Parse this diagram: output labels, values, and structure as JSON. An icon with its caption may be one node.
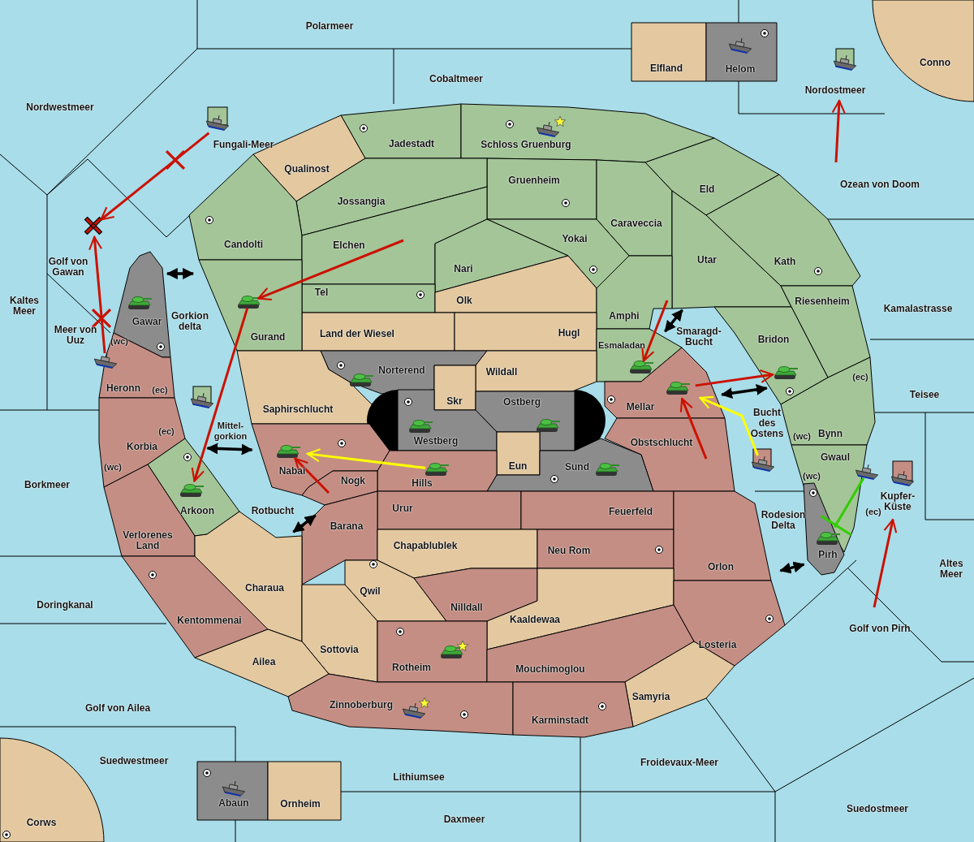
{
  "diagram": {
    "nodes": [
      {
        "text": [
          "Polarmeer"
        ]
      },
      {
        "text": [
          "Elfland"
        ]
      },
      {
        "text": [
          "Helom"
        ]
      },
      {
        "text": [
          "Conno"
        ]
      },
      {
        "text": [
          "Cobaltmeer"
        ]
      },
      {
        "text": [
          "Nordostmeer"
        ]
      },
      {
        "text": [
          "Nordwestmeer"
        ]
      },
      {
        "text": [
          "Jadestadt"
        ]
      },
      {
        "text": [
          "Schloss Gruenburg"
        ]
      },
      {
        "text": [
          "Fungali-Meer"
        ]
      },
      {
        "text": [
          "Qualinost"
        ]
      },
      {
        "text": [
          "Gruenheim"
        ]
      },
      {
        "text": [
          "Ozean von Doom"
        ]
      },
      {
        "text": [
          "Eld"
        ]
      },
      {
        "text": [
          "Jossangia"
        ]
      },
      {
        "text": [
          "Caraveccia"
        ]
      },
      {
        "text": [
          "Yokai"
        ]
      },
      {
        "text": [
          "Candolti"
        ]
      },
      {
        "text": [
          "Elchen"
        ]
      },
      {
        "text": [
          "Utar"
        ]
      },
      {
        "text": [
          "Kath"
        ]
      },
      {
        "text": [
          "Golf von Gawan"
        ]
      },
      {
        "text": [
          "Nari"
        ]
      },
      {
        "text": [
          "Tel"
        ]
      },
      {
        "text": [
          "Olk"
        ]
      },
      {
        "text": [
          "Kaltes Meer"
        ]
      },
      {
        "text": [
          "Riesenheim"
        ]
      },
      {
        "text": [
          "Kamalastrasse"
        ]
      },
      {
        "text": [
          "Amphi"
        ]
      },
      {
        "text": [
          "Gawar"
        ]
      },
      {
        "text": [
          "Gorkion delta"
        ]
      },
      {
        "text": [
          "Meer von Uuz"
        ]
      },
      {
        "text": [
          "Land der Wiesel"
        ]
      },
      {
        "text": [
          "Hugl"
        ]
      },
      {
        "text": [
          "Smaragd- Bucht"
        ]
      },
      {
        "text": [
          "Gurand"
        ]
      },
      {
        "text": [
          "Bridon"
        ]
      },
      {
        "text": [
          "Esmaladan"
        ]
      },
      {
        "text": [
          "Norterend"
        ]
      },
      {
        "text": [
          "Wildall"
        ]
      },
      {
        "text": [
          "Heronn"
        ]
      },
      {
        "text": [
          "Teisee"
        ]
      },
      {
        "text": [
          "Skr"
        ]
      },
      {
        "text": [
          "Ostberg"
        ]
      },
      {
        "text": [
          "Mellar"
        ]
      },
      {
        "text": [
          "Saphirschlucht"
        ]
      },
      {
        "text": [
          "Bucht des Ostens"
        ]
      },
      {
        "text": [
          "Mittel- gorkion"
        ]
      },
      {
        "text": [
          "Bynn"
        ]
      },
      {
        "text": [
          "Westberg"
        ]
      },
      {
        "text": [
          "Korbia"
        ]
      },
      {
        "text": [
          "Obstschlucht"
        ]
      },
      {
        "text": [
          "Gwaul"
        ]
      },
      {
        "text": [
          "Nabai"
        ]
      },
      {
        "text": [
          "Eun"
        ]
      },
      {
        "text": [
          "Sund"
        ]
      },
      {
        "text": [
          "Hills"
        ]
      },
      {
        "text": [
          "Nogk"
        ]
      },
      {
        "text": [
          "Borkmeer"
        ]
      },
      {
        "text": [
          "Kupfer- Küste"
        ]
      },
      {
        "text": [
          "Urur"
        ]
      },
      {
        "text": [
          "Feuerfeld"
        ]
      },
      {
        "text": [
          "Arkoon"
        ]
      },
      {
        "text": [
          "Rotbucht"
        ]
      },
      {
        "text": [
          "Rodesion Delta"
        ]
      },
      {
        "text": [
          "Barana"
        ]
      },
      {
        "text": [
          "Verlorenes Land"
        ]
      },
      {
        "text": [
          "Chapablublek"
        ]
      },
      {
        "text": [
          "Neu Rom"
        ]
      },
      {
        "text": [
          "Pirh"
        ]
      },
      {
        "text": [
          "Orlon"
        ]
      },
      {
        "text": [
          "Altes Meer"
        ]
      },
      {
        "text": [
          "Charaua"
        ]
      },
      {
        "text": [
          "Qwil"
        ]
      },
      {
        "text": [
          "Doringkanal"
        ]
      },
      {
        "text": [
          "Nilldall"
        ]
      },
      {
        "text": [
          "Kaaldewaa"
        ]
      },
      {
        "text": [
          "Kentommenai"
        ]
      },
      {
        "text": [
          "Golf von Pirh"
        ]
      },
      {
        "text": [
          "Losteria"
        ]
      },
      {
        "text": [
          "Sottovia"
        ]
      },
      {
        "text": [
          "Rotheim"
        ]
      },
      {
        "text": [
          "Mouchimoglou"
        ]
      },
      {
        "text": [
          "Ailea"
        ]
      },
      {
        "text": [
          "Samyria"
        ]
      },
      {
        "text": [
          "Zinnoberburg"
        ]
      },
      {
        "text": [
          "Golf von Ailea"
        ]
      },
      {
        "text": [
          "Karminstadt"
        ]
      },
      {
        "text": [
          "Suedwestmeer"
        ]
      },
      {
        "text": [
          "Froidevaux-Meer"
        ]
      },
      {
        "text": [
          "Lithiumsee"
        ]
      },
      {
        "text": [
          "Abaun"
        ]
      },
      {
        "text": [
          "Ornheim"
        ]
      },
      {
        "text": [
          "Suedostmeer"
        ]
      },
      {
        "text": [
          "Daxmeer"
        ]
      },
      {
        "text": [
          "Corws"
        ]
      }
    ],
    "edges": [
      {
        "from": 9,
        "to": 21,
        "arrow": "to"
      },
      {
        "from": 31,
        "to": 21,
        "arrow": "to"
      },
      {
        "from": 18,
        "to": 35,
        "arrow": "to"
      },
      {
        "from": 35,
        "to": 62,
        "arrow": "to"
      },
      {
        "from": 56,
        "to": 53,
        "arrow": "to",
        "color": "#ffff00"
      },
      {
        "from": 57,
        "to": 53,
        "arrow": "to"
      },
      {
        "from": 28,
        "to": 37,
        "arrow": "to"
      },
      {
        "from": 44,
        "to": 36,
        "arrow": "to"
      },
      {
        "from": 51,
        "to": 44,
        "arrow": "to"
      },
      {
        "from": 46,
        "to": 44,
        "arrow": "to",
        "color": "#ffff00"
      },
      {
        "from": 52,
        "to": 69,
        "arrow": "none",
        "color": "#33cc00"
      },
      {
        "from": 78,
        "to": 59,
        "arrow": "to"
      },
      {
        "from": 12,
        "to": 5,
        "arrow": "to"
      },
      {
        "from": 29,
        "to": 35,
        "arrow": "both",
        "color": "#000000"
      },
      {
        "from": 50,
        "to": 53,
        "arrow": "both",
        "color": "#000000"
      },
      {
        "from": 72,
        "to": 65,
        "arrow": "both",
        "color": "#000000"
      },
      {
        "from": 37,
        "to": 19,
        "arrow": "both",
        "color": "#000000"
      },
      {
        "from": 44,
        "to": 36,
        "arrow": "both",
        "color": "#000000"
      },
      {
        "from": 70,
        "to": 69,
        "arrow": "both",
        "color": "#000000"
      }
    ],
    "labels": [
      "(wc)",
      "(ec)",
      "(ec)",
      "(ec)",
      "(wc)",
      "(wc)",
      "(wc)",
      "(ec)"
    ]
  }
}
